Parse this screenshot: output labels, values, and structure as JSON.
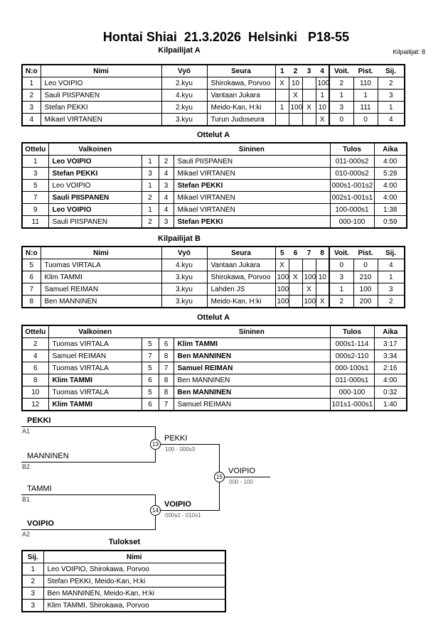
{
  "page": {
    "title": "Hontai Shiai  21.3.2026  Helsinki   P18-55",
    "competitors_label": "Kilpailijat: 8"
  },
  "pool_a": {
    "title": "Kilpailijat A",
    "headers": {
      "no": "N:o",
      "name": "Nimi",
      "belt": "Vyö",
      "club": "Seura",
      "r1": "1",
      "r2": "2",
      "r3": "3",
      "r4": "4",
      "wins": "Voit.",
      "points": "Pist.",
      "place": "Sij."
    },
    "rows": [
      {
        "no": "1",
        "name": "Leo VOIPIO",
        "belt": "2.kyu",
        "club": "Shirokawa, Porvoo",
        "r1": "X",
        "r2": "10",
        "r3": "",
        "r4": "100",
        "wins": "2",
        "points": "110",
        "place": "2"
      },
      {
        "no": "2",
        "name": "Sauli PIISPANEN",
        "belt": "4.kyu",
        "club": "Vantaan Jukara",
        "r1": "",
        "r2": "X",
        "r3": "",
        "r4": "1",
        "wins": "1",
        "points": "1",
        "place": "3"
      },
      {
        "no": "3",
        "name": "Stefan PEKKI",
        "belt": "2.kyu",
        "club": "Meido-Kan, H:ki",
        "r1": "1",
        "r2": "100",
        "r3": "X",
        "r4": "10",
        "wins": "3",
        "points": "111",
        "place": "1"
      },
      {
        "no": "4",
        "name": "Mikael VIRTANEN",
        "belt": "3.kyu",
        "club": "Turun Judoseura",
        "r1": "",
        "r2": "",
        "r3": "",
        "r4": "X",
        "wins": "0",
        "points": "0",
        "place": "4"
      }
    ]
  },
  "matches_a": {
    "title": "Ottelut A",
    "headers": {
      "match": "Ottelu",
      "white": "Valkoinen",
      "blue": "Sininen",
      "result": "Tulos",
      "time": "Aika"
    },
    "rows": [
      {
        "no": "1",
        "white": "Leo VOIPIO",
        "wno": "1",
        "bno": "2",
        "blue": "Sauli PIISPANEN",
        "winner": "white",
        "result": "011-000s2",
        "time": "4:00"
      },
      {
        "no": "3",
        "white": "Stefan PEKKI",
        "wno": "3",
        "bno": "4",
        "blue": "Mikael VIRTANEN",
        "winner": "white",
        "result": "010-000s2",
        "time": "5:28"
      },
      {
        "no": "5",
        "white": "Leo VOIPIO",
        "wno": "1",
        "bno": "3",
        "blue": "Stefan PEKKI",
        "winner": "blue",
        "result": "000s1-001s2",
        "time": "4:00"
      },
      {
        "no": "7",
        "white": "Sauli PIISPANEN",
        "wno": "2",
        "bno": "4",
        "blue": "Mikael VIRTANEN",
        "winner": "white",
        "result": "002s1-001s1",
        "time": "4:00"
      },
      {
        "no": "9",
        "white": "Leo VOIPIO",
        "wno": "1",
        "bno": "4",
        "blue": "Mikael VIRTANEN",
        "winner": "white",
        "result": "100-000s1",
        "time": "1:38"
      },
      {
        "no": "11",
        "white": "Sauli PIISPANEN",
        "wno": "2",
        "bno": "3",
        "blue": "Stefan PEKKI",
        "winner": "blue",
        "result": "000-100",
        "time": "0:59"
      }
    ]
  },
  "pool_b": {
    "title": "Kilpailijat B",
    "headers": {
      "no": "N:o",
      "name": "Nimi",
      "belt": "Vyö",
      "club": "Seura",
      "r1": "5",
      "r2": "6",
      "r3": "7",
      "r4": "8",
      "wins": "Voit.",
      "points": "Pist.",
      "place": "Sij."
    },
    "rows": [
      {
        "no": "5",
        "name": "Tuomas VIRTALA",
        "belt": "4.kyu",
        "club": "Vantaan Jukara",
        "r1": "X",
        "r2": "",
        "r3": "",
        "r4": "",
        "wins": "0",
        "points": "0",
        "place": "4"
      },
      {
        "no": "6",
        "name": "Klim TAMMI",
        "belt": "3.kyu",
        "club": "Shirokawa, Porvoo",
        "r1": "100",
        "r2": "X",
        "r3": "100",
        "r4": "10",
        "wins": "3",
        "points": "210",
        "place": "1"
      },
      {
        "no": "7",
        "name": "Samuel REIMAN",
        "belt": "3.kyu",
        "club": "Lahden JS",
        "r1": "100",
        "r2": "",
        "r3": "X",
        "r4": "",
        "wins": "1",
        "points": "100",
        "place": "3"
      },
      {
        "no": "8",
        "name": "Ben MANNINEN",
        "belt": "3.kyu",
        "club": "Meido-Kan, H:ki",
        "r1": "100",
        "r2": "",
        "r3": "100",
        "r4": "X",
        "wins": "2",
        "points": "200",
        "place": "2"
      }
    ]
  },
  "matches_b": {
    "title": "Ottelut A",
    "headers": {
      "match": "Ottelu",
      "white": "Valkoinen",
      "blue": "Sininen",
      "result": "Tulos",
      "time": "Aika"
    },
    "rows": [
      {
        "no": "2",
        "white": "Tuomas VIRTALA",
        "wno": "5",
        "bno": "6",
        "blue": "Klim TAMMI",
        "winner": "blue",
        "result": "000s1-114",
        "time": "3:17"
      },
      {
        "no": "4",
        "white": "Samuel REIMAN",
        "wno": "7",
        "bno": "8",
        "blue": "Ben MANNINEN",
        "winner": "blue",
        "result": "000s2-110",
        "time": "3:34"
      },
      {
        "no": "6",
        "white": "Tuomas VIRTALA",
        "wno": "5",
        "bno": "7",
        "blue": "Samuel REIMAN",
        "winner": "blue",
        "result": "000-100s1",
        "time": "2:16"
      },
      {
        "no": "8",
        "white": "Klim TAMMI",
        "wno": "6",
        "bno": "8",
        "blue": "Ben MANNINEN",
        "winner": "white",
        "result": "011-000s1",
        "time": "4:00"
      },
      {
        "no": "10",
        "white": "Tuomas VIRTALA",
        "wno": "5",
        "bno": "8",
        "blue": "Ben MANNINEN",
        "winner": "blue",
        "result": "000-100",
        "time": "0:32"
      },
      {
        "no": "12",
        "white": "Klim TAMMI",
        "wno": "6",
        "bno": "7",
        "blue": "Samuel REIMAN",
        "winner": "white",
        "result": "101s1-000s1",
        "time": "1:40"
      }
    ]
  },
  "bracket": {
    "slots": [
      {
        "name": "PEKKI",
        "seed": "A1"
      },
      {
        "name": "MANNINEN",
        "seed": "B2"
      },
      {
        "name": "TAMMI",
        "seed": "B1"
      },
      {
        "name": "VOIPIO",
        "seed": "A2"
      }
    ],
    "semi1": {
      "no": "13",
      "winner": "PEKKI",
      "score": "100 - 000s3"
    },
    "semi2": {
      "no": "14",
      "winner": "VOIPIO",
      "score": "000s2 - 010s1"
    },
    "final": {
      "no": "15",
      "winner": "VOIPIO",
      "score": "000 - 100"
    }
  },
  "results": {
    "title": "Tulokset",
    "headers": {
      "place": "Sij.",
      "name": "Nimi"
    },
    "rows": [
      {
        "place": "1",
        "name": "Leo VOIPIO, Shirokawa, Porvoo"
      },
      {
        "place": "2",
        "name": "Stefan PEKKI, Meido-Kan, H:ki"
      },
      {
        "place": "3",
        "name": "Ben MANNINEN, Meido-Kan, H:ki"
      },
      {
        "place": "3",
        "name": "Klim TAMMI, Shirokawa, Porvoo"
      }
    ]
  }
}
